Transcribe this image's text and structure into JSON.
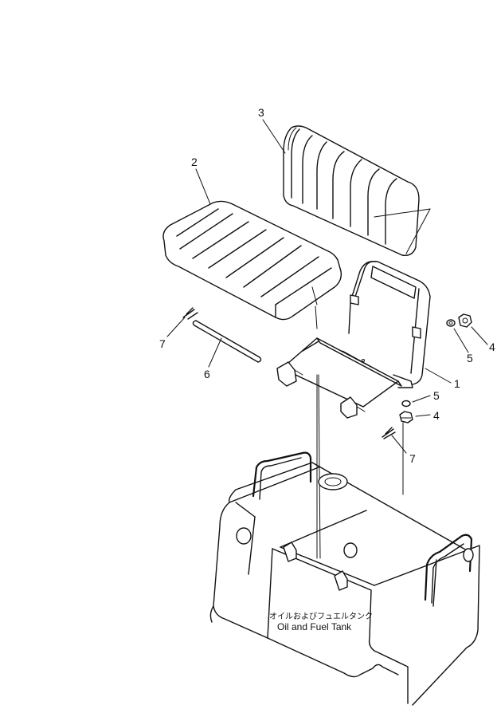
{
  "callouts": {
    "bracket": "1",
    "seat_cushion": "2",
    "backrest": "3",
    "nut_upper": "4",
    "nut_lower": "4",
    "washer_upper": "5",
    "washer_lower": "5",
    "rod": "6",
    "pin_left": "7",
    "pin_right": "7"
  },
  "tank_label": {
    "japanese": "オイルおよびフュエルタンク",
    "english": "Oil and Fuel Tank"
  }
}
